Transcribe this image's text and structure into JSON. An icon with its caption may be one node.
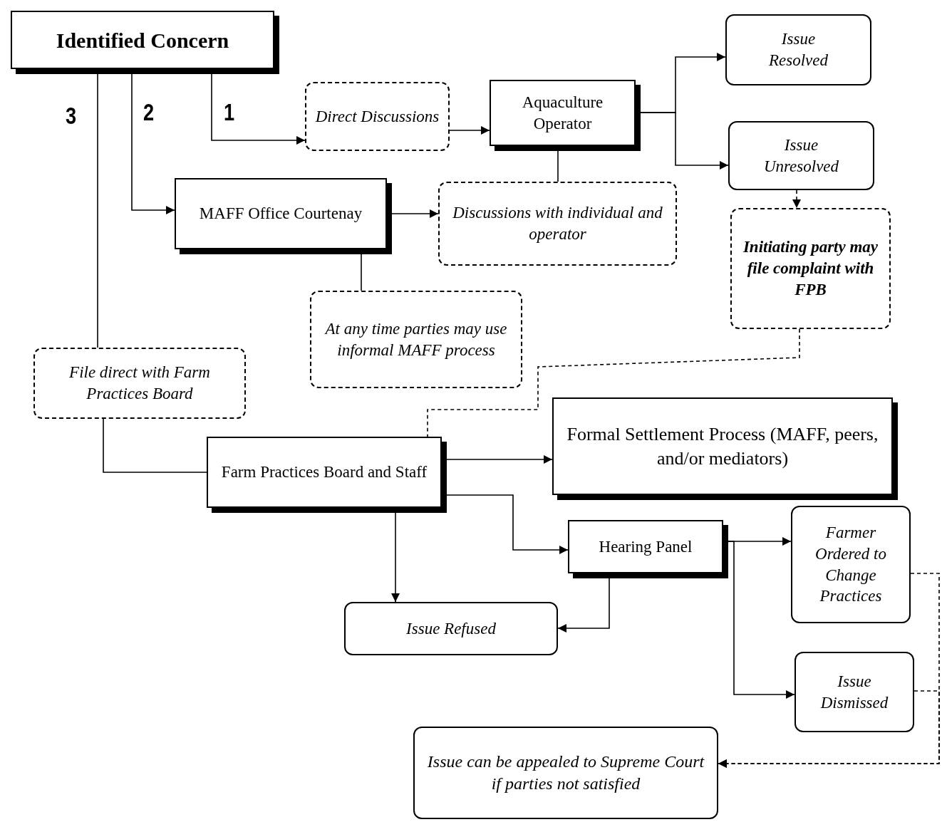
{
  "diagram": {
    "nodes": [
      {
        "text": [
          "Identified Concern"
        ]
      },
      {
        "text": [
          "Direct Discussions"
        ]
      },
      {
        "text": [
          "Aquaculture Operator"
        ]
      },
      {
        "text": [
          "Issue Resolved"
        ]
      },
      {
        "text": [
          "Issue Unresolved"
        ]
      },
      {
        "text": [
          "MAFF Office Courtenay"
        ]
      },
      {
        "text": [
          "Discussions with individual and operator"
        ]
      },
      {
        "text": [
          "Initiating party may file complaint with FPB"
        ]
      },
      {
        "text": [
          "At any time parties may use informal MAFF process"
        ]
      },
      {
        "text": [
          "File direct with Farm Practices Board"
        ]
      },
      {
        "text": [
          "Farm Practices Board and Staff"
        ]
      },
      {
        "text": [
          "Formal Settlement Process (MAFF, peers, and/or mediators)"
        ]
      },
      {
        "text": [
          "Hearing Panel"
        ]
      },
      {
        "text": [
          "Farmer Ordered to Change Practices"
        ]
      },
      {
        "text": [
          "Issue Refused"
        ]
      },
      {
        "text": [
          "Issue Dismissed"
        ]
      },
      {
        "text": [
          "Issue can be appealed to Supreme Court if parties not satisfied"
        ]
      }
    ],
    "edges": [
      {
        "from": 0,
        "to": 1,
        "arrow": "to",
        "label": "1"
      },
      {
        "from": 0,
        "to": 5,
        "arrow": "to",
        "label": "2"
      },
      {
        "from": 0,
        "to": 9,
        "arrow": "none",
        "label": "3"
      },
      {
        "from": 1,
        "to": 2,
        "arrow": "to"
      },
      {
        "from": 2,
        "to": 3,
        "arrow": "to"
      },
      {
        "from": 2,
        "to": 4,
        "arrow": "to"
      },
      {
        "from": 5,
        "to": 6,
        "arrow": "to"
      },
      {
        "from": 2,
        "to": 6,
        "arrow": "none"
      },
      {
        "from": 4,
        "to": 7,
        "arrow": "to",
        "style": "dashed"
      },
      {
        "from": 5,
        "to": 8,
        "arrow": "none"
      },
      {
        "from": 9,
        "to": 10,
        "arrow": "none"
      },
      {
        "from": 7,
        "to": 10,
        "arrow": "none",
        "style": "dashed"
      },
      {
        "from": 10,
        "to": 11,
        "arrow": "to"
      },
      {
        "from": 10,
        "to": 12,
        "arrow": "to"
      },
      {
        "from": 10,
        "to": 14,
        "arrow": "to"
      },
      {
        "from": 12,
        "to": 14,
        "arrow": "to"
      },
      {
        "from": 12,
        "to": 13,
        "arrow": "to"
      },
      {
        "from": 12,
        "to": 15,
        "arrow": "to"
      },
      {
        "from": 13,
        "to": 16,
        "arrow": "to",
        "style": "dashed"
      },
      {
        "from": 15,
        "to": 16,
        "arrow": "to",
        "style": "dashed"
      }
    ]
  }
}
